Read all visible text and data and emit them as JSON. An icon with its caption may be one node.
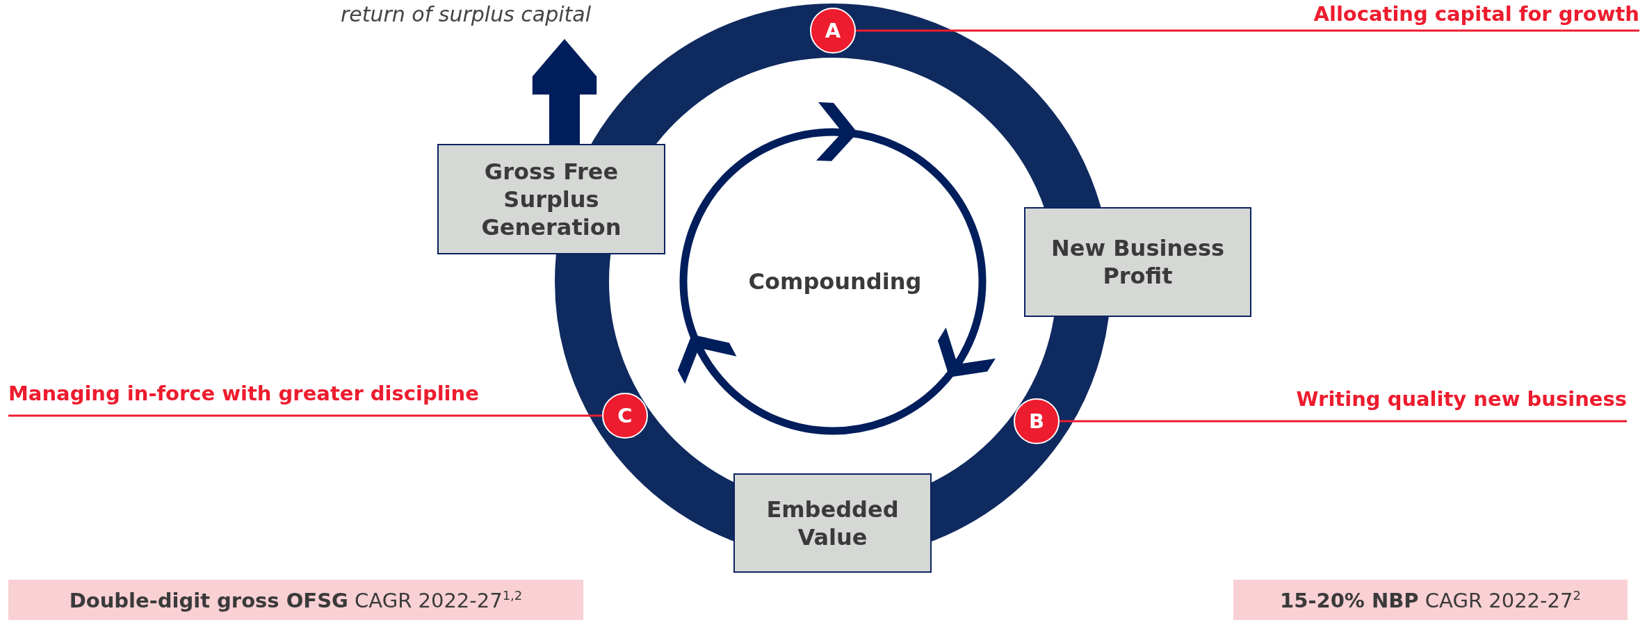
{
  "diagram": {
    "nodes": [
      {
        "text": [
          "return of surplus capital"
        ]
      },
      {
        "text": [
          "A"
        ]
      },
      {
        "text": [
          "Allocating capital for growth"
        ]
      },
      {
        "text": [
          "Gross Free Surplus Generation"
        ]
      },
      {
        "text": [
          "New Business Profit"
        ]
      },
      {
        "text": [
          "Managing in-force with greater discipline"
        ]
      },
      {
        "text": [
          "C"
        ]
      },
      {
        "text": [
          "Writing quality new business"
        ]
      },
      {
        "text": [
          "B"
        ]
      },
      {
        "text": [
          "Embedded Value"
        ]
      },
      {
        "text": [
          "**Double-digit gross OFSG** CAGR 2022-27$^{1,2}$"
        ]
      },
      {
        "text": [
          "**15-20% NBP** CAGR 2022-27$^{2}$"
        ]
      }
    ],
    "edges": [
      {
        "from": 3,
        "to": 0,
        "arrow": "to",
        "style": "thick",
        "color": "#001e5c"
      },
      {
        "from": 1,
        "to": 2,
        "arrow": "none"
      },
      {
        "from": 6,
        "to": 5,
        "arrow": "none"
      },
      {
        "from": 8,
        "to": 7,
        "arrow": "none"
      }
    ],
    "labels": [
      "Compounding"
    ]
  }
}
